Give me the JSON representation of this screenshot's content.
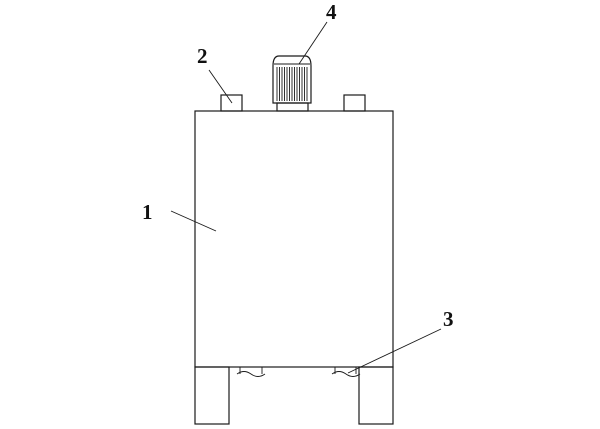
{
  "callouts": {
    "part_1": "1",
    "part_2": "2",
    "part_3": "3",
    "part_4": "4"
  },
  "colors": {
    "line": "#1a1a1a",
    "background": "#ffffff"
  }
}
